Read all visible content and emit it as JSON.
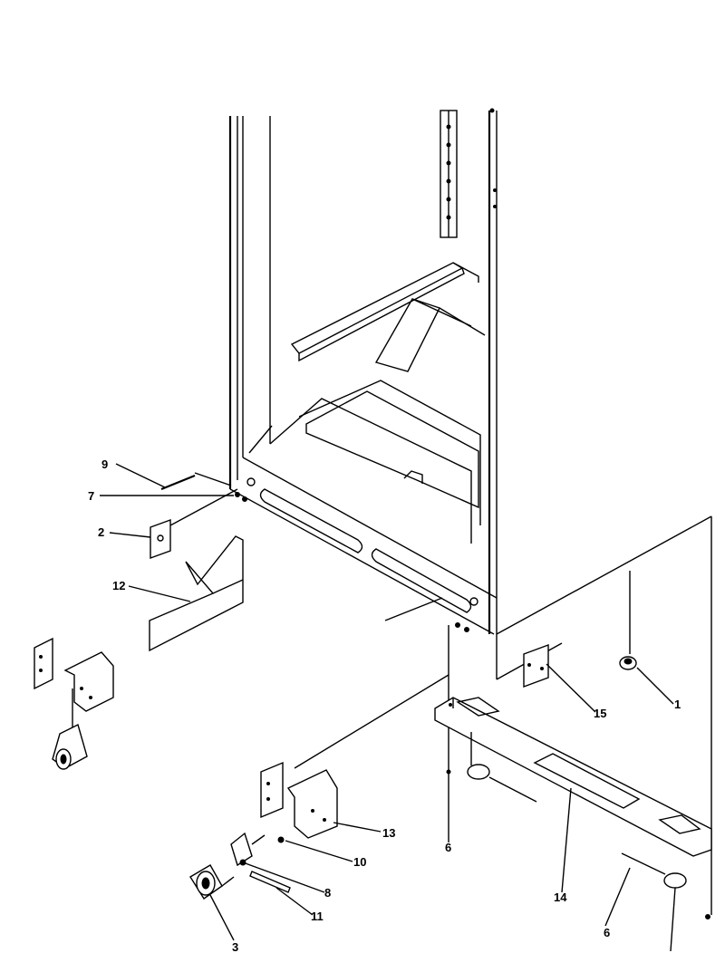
{
  "callouts": {
    "c1": "1",
    "c2": "2",
    "c3": "3",
    "c6a": "6",
    "c6b": "6",
    "c7": "7",
    "c8": "8",
    "c9": "9",
    "c10": "10",
    "c11": "11",
    "c12": "12",
    "c13": "13",
    "c14": "14",
    "c15": "15"
  }
}
